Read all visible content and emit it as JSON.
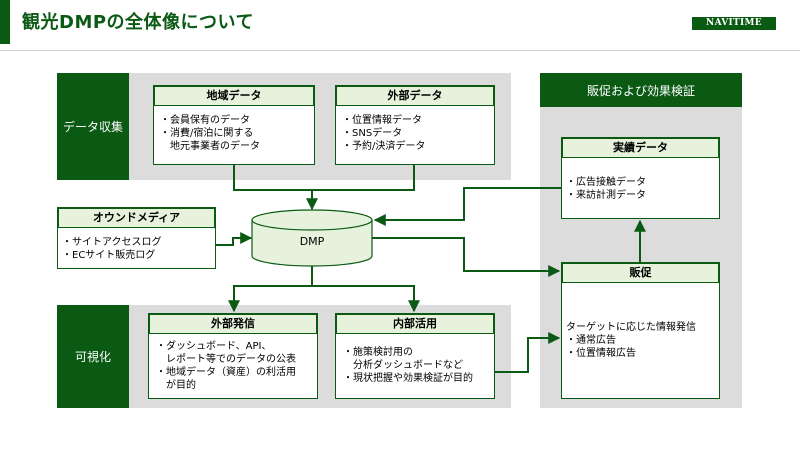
{
  "header": {
    "title": "観光DMPの全体像について",
    "logo": "NAVITIME"
  },
  "collection": {
    "label": "データ収集",
    "regional": {
      "title": "地域データ",
      "items": [
        "・会員保有のデータ",
        "・消費/宿泊に関する",
        "　地元事業者のデータ"
      ]
    },
    "external": {
      "title": "外部データ",
      "items": [
        "・位置情報データ",
        "・SNSデータ",
        "・予約/決済データ"
      ]
    }
  },
  "owned_media": {
    "title": "オウンドメディア",
    "items": [
      "・サイトアクセスログ",
      "・ECサイト販売ログ"
    ]
  },
  "dmp": {
    "label": "DMP"
  },
  "visualization": {
    "label": "可視化",
    "external_dist": {
      "title": "外部発信",
      "items": [
        "・ダッシュボード、API、",
        "　レポート等でのデータの公表",
        "・地域データ（資産）の利活用",
        "　が目的"
      ]
    },
    "internal_use": {
      "title": "内部活用",
      "items": [
        "・施策検討用の",
        "　分析ダッシュボードなど",
        "・現状把握や効果検証が目的"
      ]
    }
  },
  "promotion": {
    "label": "販促および効果検証",
    "results": {
      "title": "実績データ",
      "items": [
        "・広告接触データ",
        "・来訪計測データ"
      ]
    },
    "sales": {
      "title": "販促",
      "items": [
        "ターゲットに応じた情報発信",
        "・通常広告",
        "・位置情報広告"
      ]
    }
  },
  "colors": {
    "accent": "#0b5a14",
    "header_fill": "#e6f2db",
    "band": "#dcdcdc"
  }
}
